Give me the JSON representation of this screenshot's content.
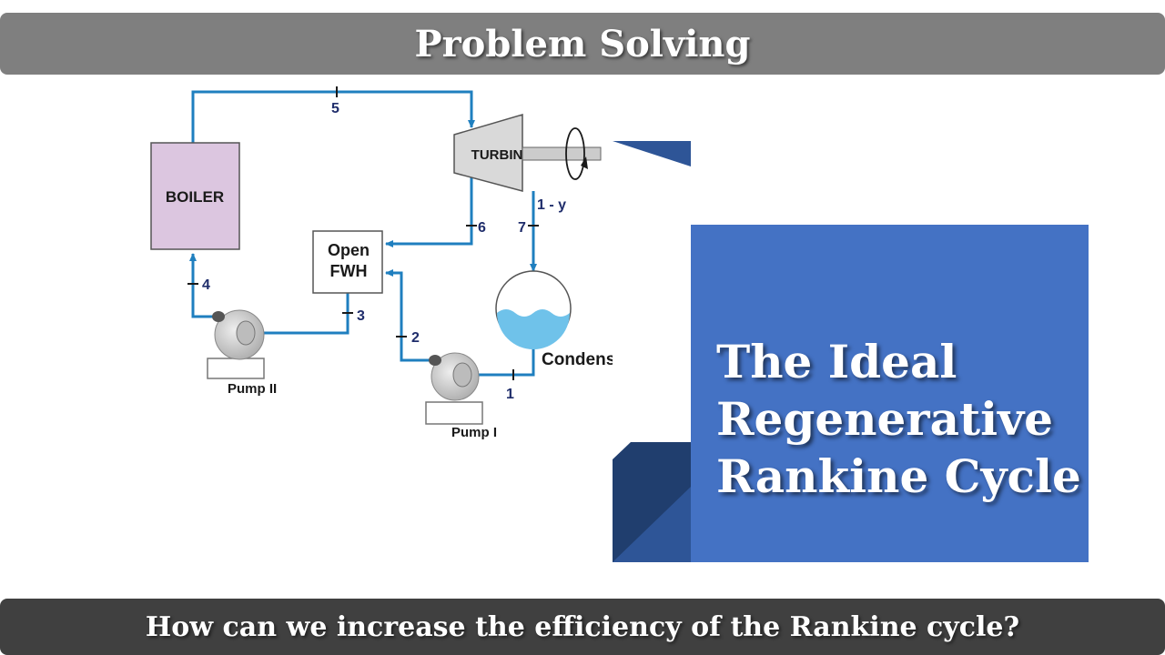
{
  "header": {
    "title": "Problem Solving"
  },
  "footer": {
    "question": "How can we increase the efficiency of the Rankine cycle?"
  },
  "banner": {
    "lines": [
      "The Ideal",
      "Regenerative",
      "Rankine Cycle"
    ]
  },
  "diagram": {
    "components": {
      "boiler": "BOILER",
      "turbine": "TURBINE",
      "fwh_line1": "Open",
      "fwh_line2": "FWH",
      "condenser": "Condenser",
      "pump1": "Pump I",
      "pump2": "Pump II"
    },
    "fraction_label": "1 - y",
    "state_points": [
      "1",
      "2",
      "3",
      "4",
      "5",
      "6",
      "7"
    ],
    "colors": {
      "pipe": "#1f7fbf",
      "boiler_fill": "#dcc6e0",
      "turbine_fill": "#d9d9d9",
      "water": "#6fc2ea",
      "banner_main": "#4472c4",
      "banner_dark": "#2e5597"
    }
  }
}
